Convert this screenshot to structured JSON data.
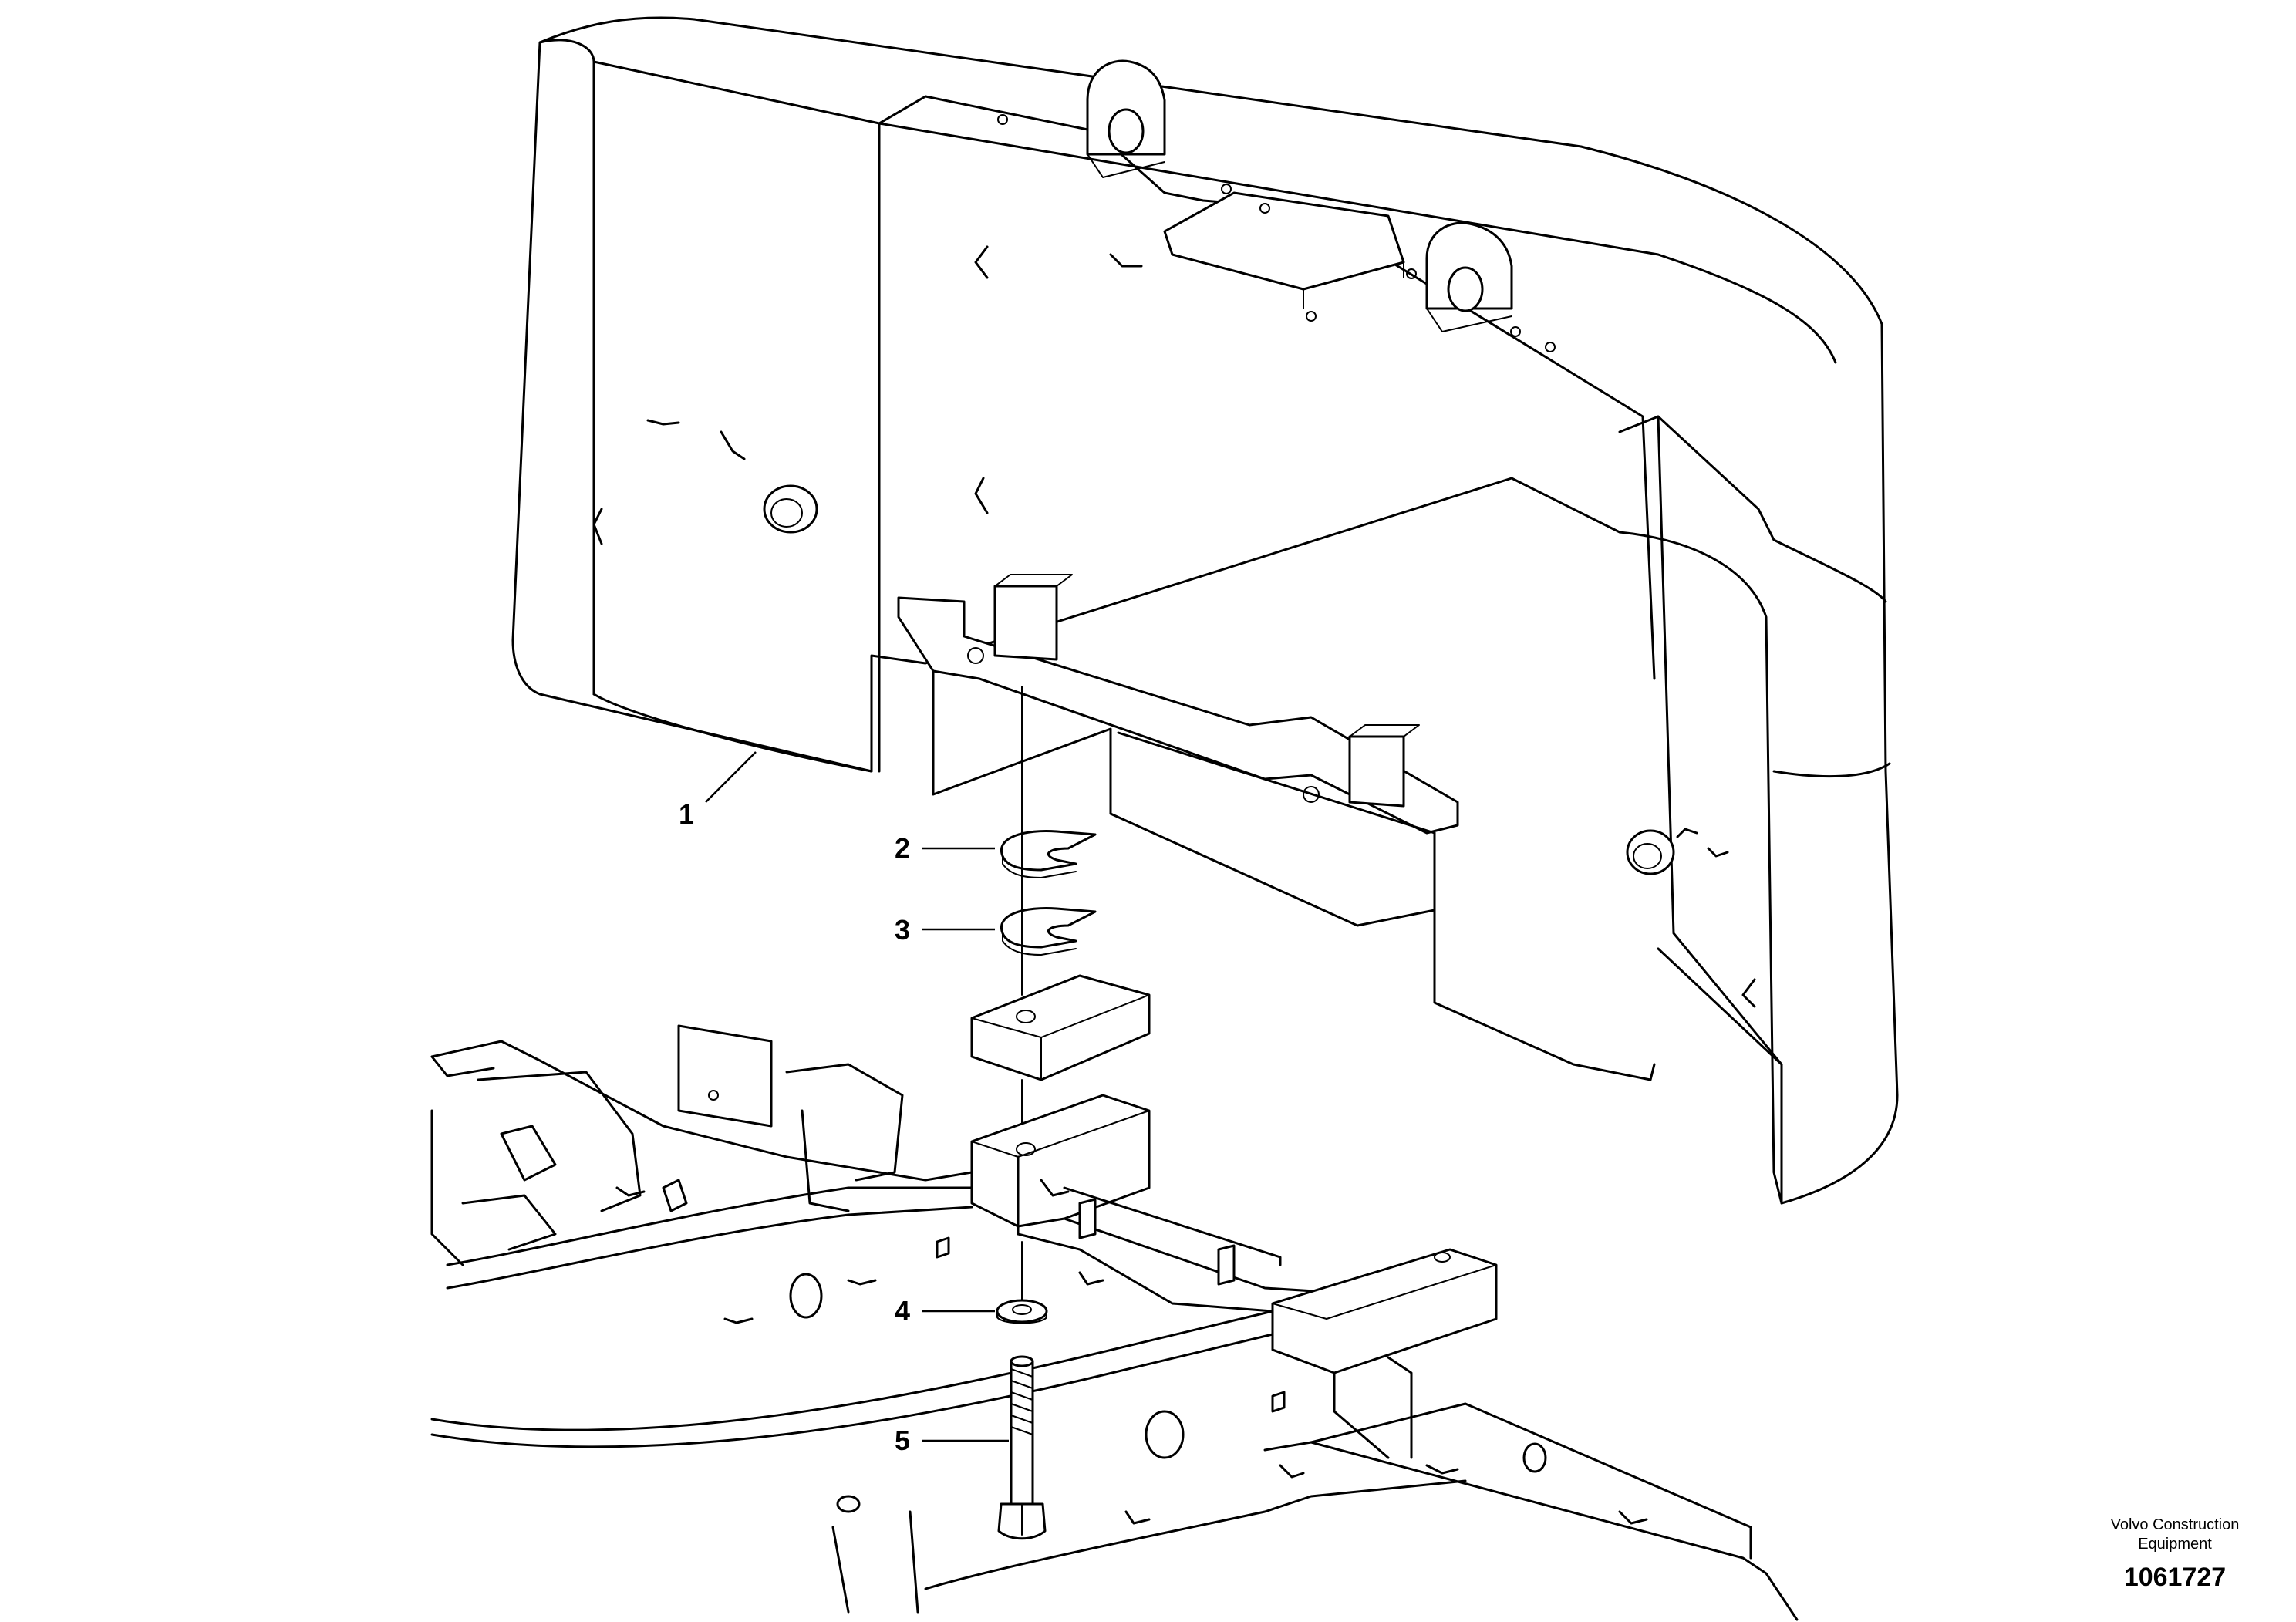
{
  "callouts": [
    {
      "id": "1",
      "label": "1"
    },
    {
      "id": "2",
      "label": "2"
    },
    {
      "id": "3",
      "label": "3"
    },
    {
      "id": "4",
      "label": "4"
    },
    {
      "id": "5",
      "label": "5"
    }
  ],
  "footer": {
    "credit_line1": "Volvo Construction",
    "credit_line2": "Equipment",
    "figure_number": "1061727"
  }
}
